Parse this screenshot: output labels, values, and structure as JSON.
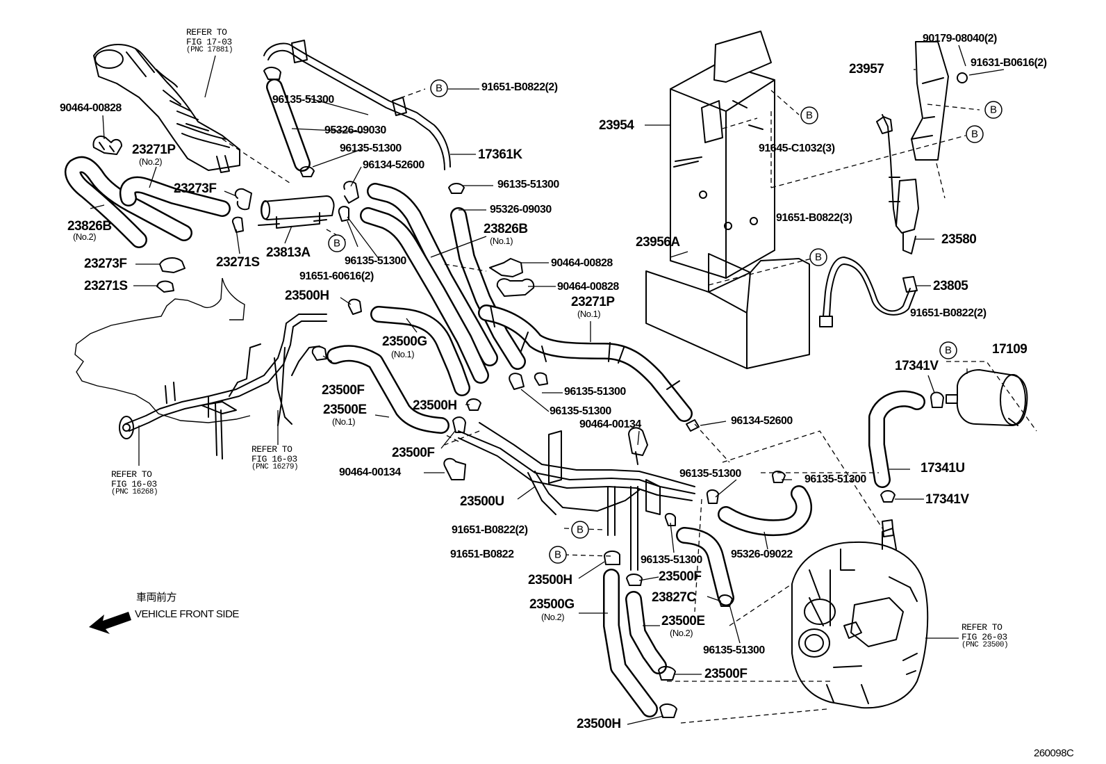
{
  "labels": {
    "refer_17_03": [
      "REFER TO",
      "FIG 17-03",
      "(PNC 17881)"
    ],
    "p90464_00828_a": "90464-00828",
    "p23271P_no2": "23271P",
    "no2_a": "(No.2)",
    "p23273F_a": "23273F",
    "p23826B_no2": "23826B",
    "no2_b": "(No.2)",
    "p23273F_b": "23273F",
    "p23271S_a": "23271S",
    "p23271S_b": "23271S",
    "p23813A": "23813A",
    "p91651_60616": "91651-60616(2)",
    "p96135_51300_a": "96135-51300",
    "p95326_09030_a": "95326-09030",
    "p96135_51300_b": "96135-51300",
    "p96134_52600_a": "96134-52600",
    "p91651_B0822_2a": "91651-B0822(2)",
    "p17361K": "17361K",
    "p96135_51300_c": "96135-51300",
    "p95326_09030_b": "95326-09030",
    "p23826B_no1": "23826B",
    "no1_a": "(No.1)",
    "p96135_51300_d": "96135-51300",
    "p90464_00828_b": "90464-00828",
    "p90464_00828_c": "90464-00828",
    "p23271P_no1": "23271P",
    "no1_b": "(No.1)",
    "p23500H_a": "23500H",
    "p23500G_no1": "23500G",
    "no1_c": "(No.1)",
    "p23500F_a": "23500F",
    "p23500E_no1": "23500E",
    "no1_d": "(No.1)",
    "p23500H_b": "23500H",
    "p23500F_b": "23500F",
    "p96135_51300_e": "96135-51300",
    "p96135_51300_f": "96135-51300",
    "p90464_00134_a": "90464-00134",
    "p96134_52600_b": "96134-52600",
    "refer_16_03_a": [
      "REFER TO",
      "FIG 16-03",
      "(PNC 16279)"
    ],
    "refer_16_03_b": [
      "REFER TO",
      "FIG 16-03",
      "(PNC 16268)"
    ],
    "p90464_00134_b": "90464-00134",
    "p23500U": "23500U",
    "p91651_B0822_2b": "91651-B0822(2)",
    "p91651_B0822_c": "91651-B0822",
    "p96135_51300_g": "96135-51300",
    "p96135_51300_h": "96135-51300",
    "p96135_51300_i": "96135-51300",
    "p95326_09022": "95326-09022",
    "p23500H_c": "23500H",
    "p23500F_c": "23500F",
    "p23827C": "23827C",
    "p23500G_no2": "23500G",
    "no2_c": "(No.2)",
    "p23500E_no2": "23500E",
    "no2_d": "(No.2)",
    "p96135_51300_j": "96135-51300",
    "p23500F_d": "23500F",
    "p23500H_d": "23500H",
    "p23954": "23954",
    "p91645_C1032": "91645-C1032(3)",
    "p23957": "23957",
    "p90179_08040": "90179-08040(2)",
    "p91631_B0616": "91631-B0616(2)",
    "p23956A": "23956A",
    "p91651_B0822_3": "91651-B0822(3)",
    "p23580": "23580",
    "p23805": "23805",
    "p91651_B0822_2c": "91651-B0822(2)",
    "p17109": "17109",
    "p17341V_a": "17341V",
    "p17341U": "17341U",
    "p17341V_b": "17341V",
    "refer_26_03": [
      "REFER TO",
      "FIG 26-03",
      "(PNC 23500)"
    ],
    "front_jp": "車両前方",
    "front_en": "VEHICLE FRONT SIDE",
    "code": "260098C",
    "b_marker": "B"
  }
}
